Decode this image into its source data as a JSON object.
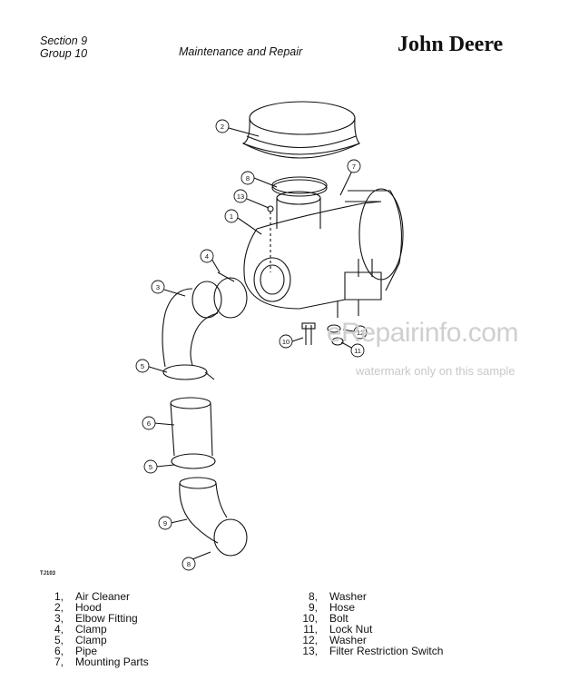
{
  "header": {
    "section": "Section 9",
    "group": "Group 10",
    "title": "Maintenance and Repair",
    "brand": "John Deere"
  },
  "figure_code": "TJ103",
  "watermark": {
    "line1": "eRepairinfo.com",
    "line2": "watermark only on this sample"
  },
  "callouts": [
    "2",
    "7",
    "8",
    "13",
    "1",
    "4",
    "3",
    "10",
    "12",
    "11",
    "5",
    "6",
    "5",
    "9",
    "8"
  ],
  "legend_left": [
    {
      "num": "1,",
      "name": "Air Cleaner"
    },
    {
      "num": "2,",
      "name": "Hood"
    },
    {
      "num": "3,",
      "name": "Elbow Fitting"
    },
    {
      "num": "4,",
      "name": "Clamp"
    },
    {
      "num": "5,",
      "name": "Clamp"
    },
    {
      "num": "6,",
      "name": "Pipe"
    },
    {
      "num": "7,",
      "name": "Mounting Parts"
    }
  ],
  "legend_right": [
    {
      "num": "8,",
      "name": "Washer"
    },
    {
      "num": "9,",
      "name": "Hose"
    },
    {
      "num": "10,",
      "name": "Bolt"
    },
    {
      "num": "11,",
      "name": "Lock Nut"
    },
    {
      "num": "12,",
      "name": "Washer"
    },
    {
      "num": "13,",
      "name": "Filter Restriction Switch"
    }
  ]
}
